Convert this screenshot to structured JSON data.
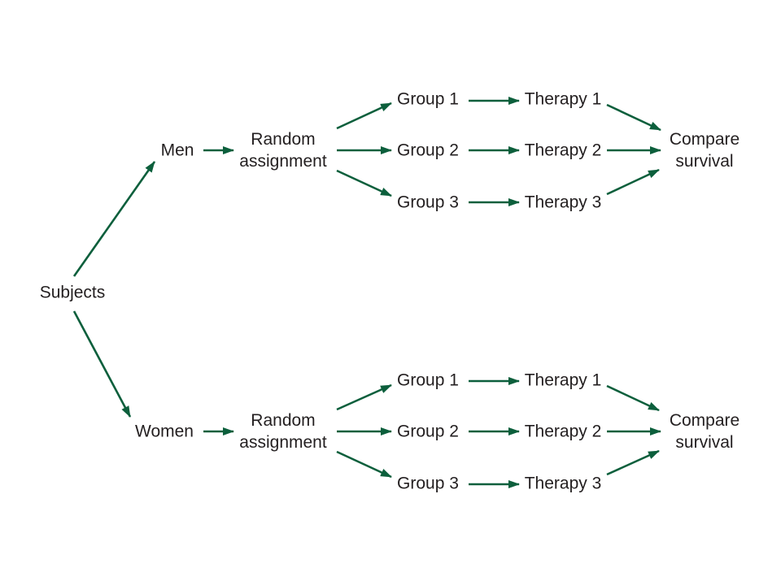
{
  "colors": {
    "arrow": "#0c5f3c",
    "text": "#231f20",
    "background": "#ffffff"
  },
  "nodes": {
    "subjects": "Subjects",
    "men": "Men",
    "women": "Women",
    "random_assignment": [
      "Random",
      "assignment"
    ],
    "groups": [
      "Group 1",
      "Group 2",
      "Group 3"
    ],
    "therapies": [
      "Therapy 1",
      "Therapy 2",
      "Therapy 3"
    ],
    "compare_survival": [
      "Compare",
      "survival"
    ]
  }
}
